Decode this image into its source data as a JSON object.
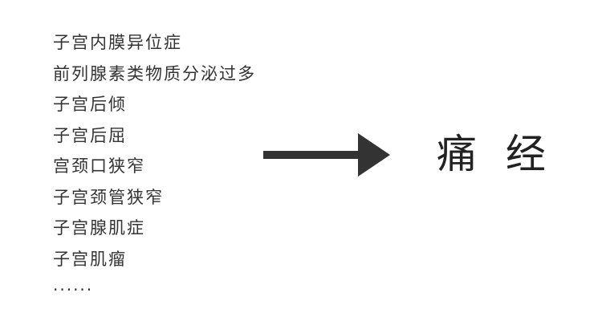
{
  "causes": [
    "子宫内膜异位症",
    "前列腺素类物质分泌过多",
    "子宫后倾",
    "子宫后屈",
    "宫颈口狭窄",
    "子宫颈管狭窄",
    "子宫腺肌症",
    "子宫肌瘤"
  ],
  "ellipsis": "······",
  "result": "痛 经",
  "colors": {
    "text": "#333333",
    "arrow": "#333333",
    "background": "#ffffff"
  },
  "icons": {
    "arrow": "arrow-right-icon"
  }
}
